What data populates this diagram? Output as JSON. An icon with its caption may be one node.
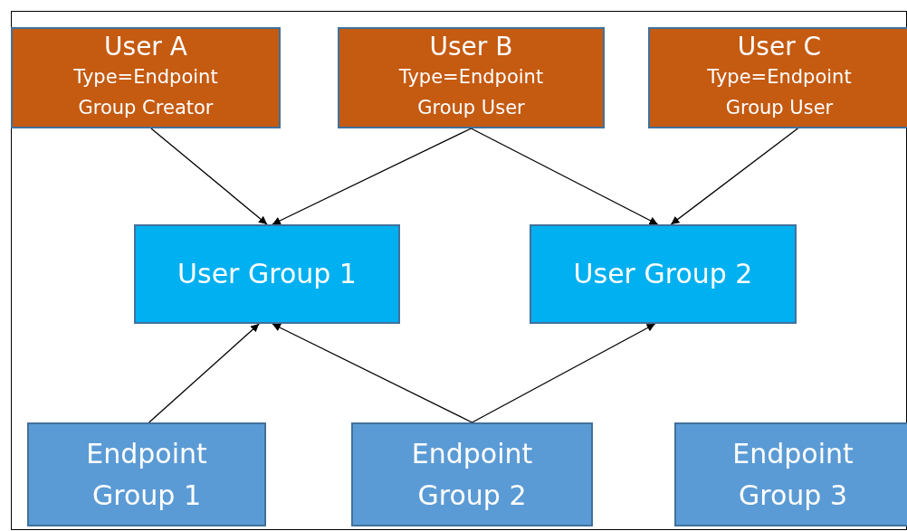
{
  "diagram": {
    "nodes": [
      {
        "text": [
          "User A",
          "Type=Endpoint",
          "Group Creator"
        ]
      },
      {
        "text": [
          "User B",
          "Type=Endpoint",
          "Group User"
        ]
      },
      {
        "text": [
          "User C",
          "Type=Endpoint",
          "Group User"
        ]
      },
      {
        "text": [
          "User Group 1"
        ]
      },
      {
        "text": [
          "User Group 2"
        ]
      },
      {
        "text": [
          "Endpoint Group 1"
        ]
      },
      {
        "text": [
          "Endpoint Group 2"
        ]
      },
      {
        "text": [
          "Endpoint Group 3"
        ]
      }
    ],
    "edges": [
      {
        "from": 0,
        "to": 3,
        "arrow": "to"
      },
      {
        "from": 1,
        "to": 3,
        "arrow": "to"
      },
      {
        "from": 1,
        "to": 4,
        "arrow": "to"
      },
      {
        "from": 2,
        "to": 4,
        "arrow": "to"
      },
      {
        "from": 5,
        "to": 3,
        "arrow": "to"
      },
      {
        "from": 6,
        "to": 3,
        "arrow": "to"
      },
      {
        "from": 6,
        "to": 4,
        "arrow": "to"
      }
    ]
  }
}
